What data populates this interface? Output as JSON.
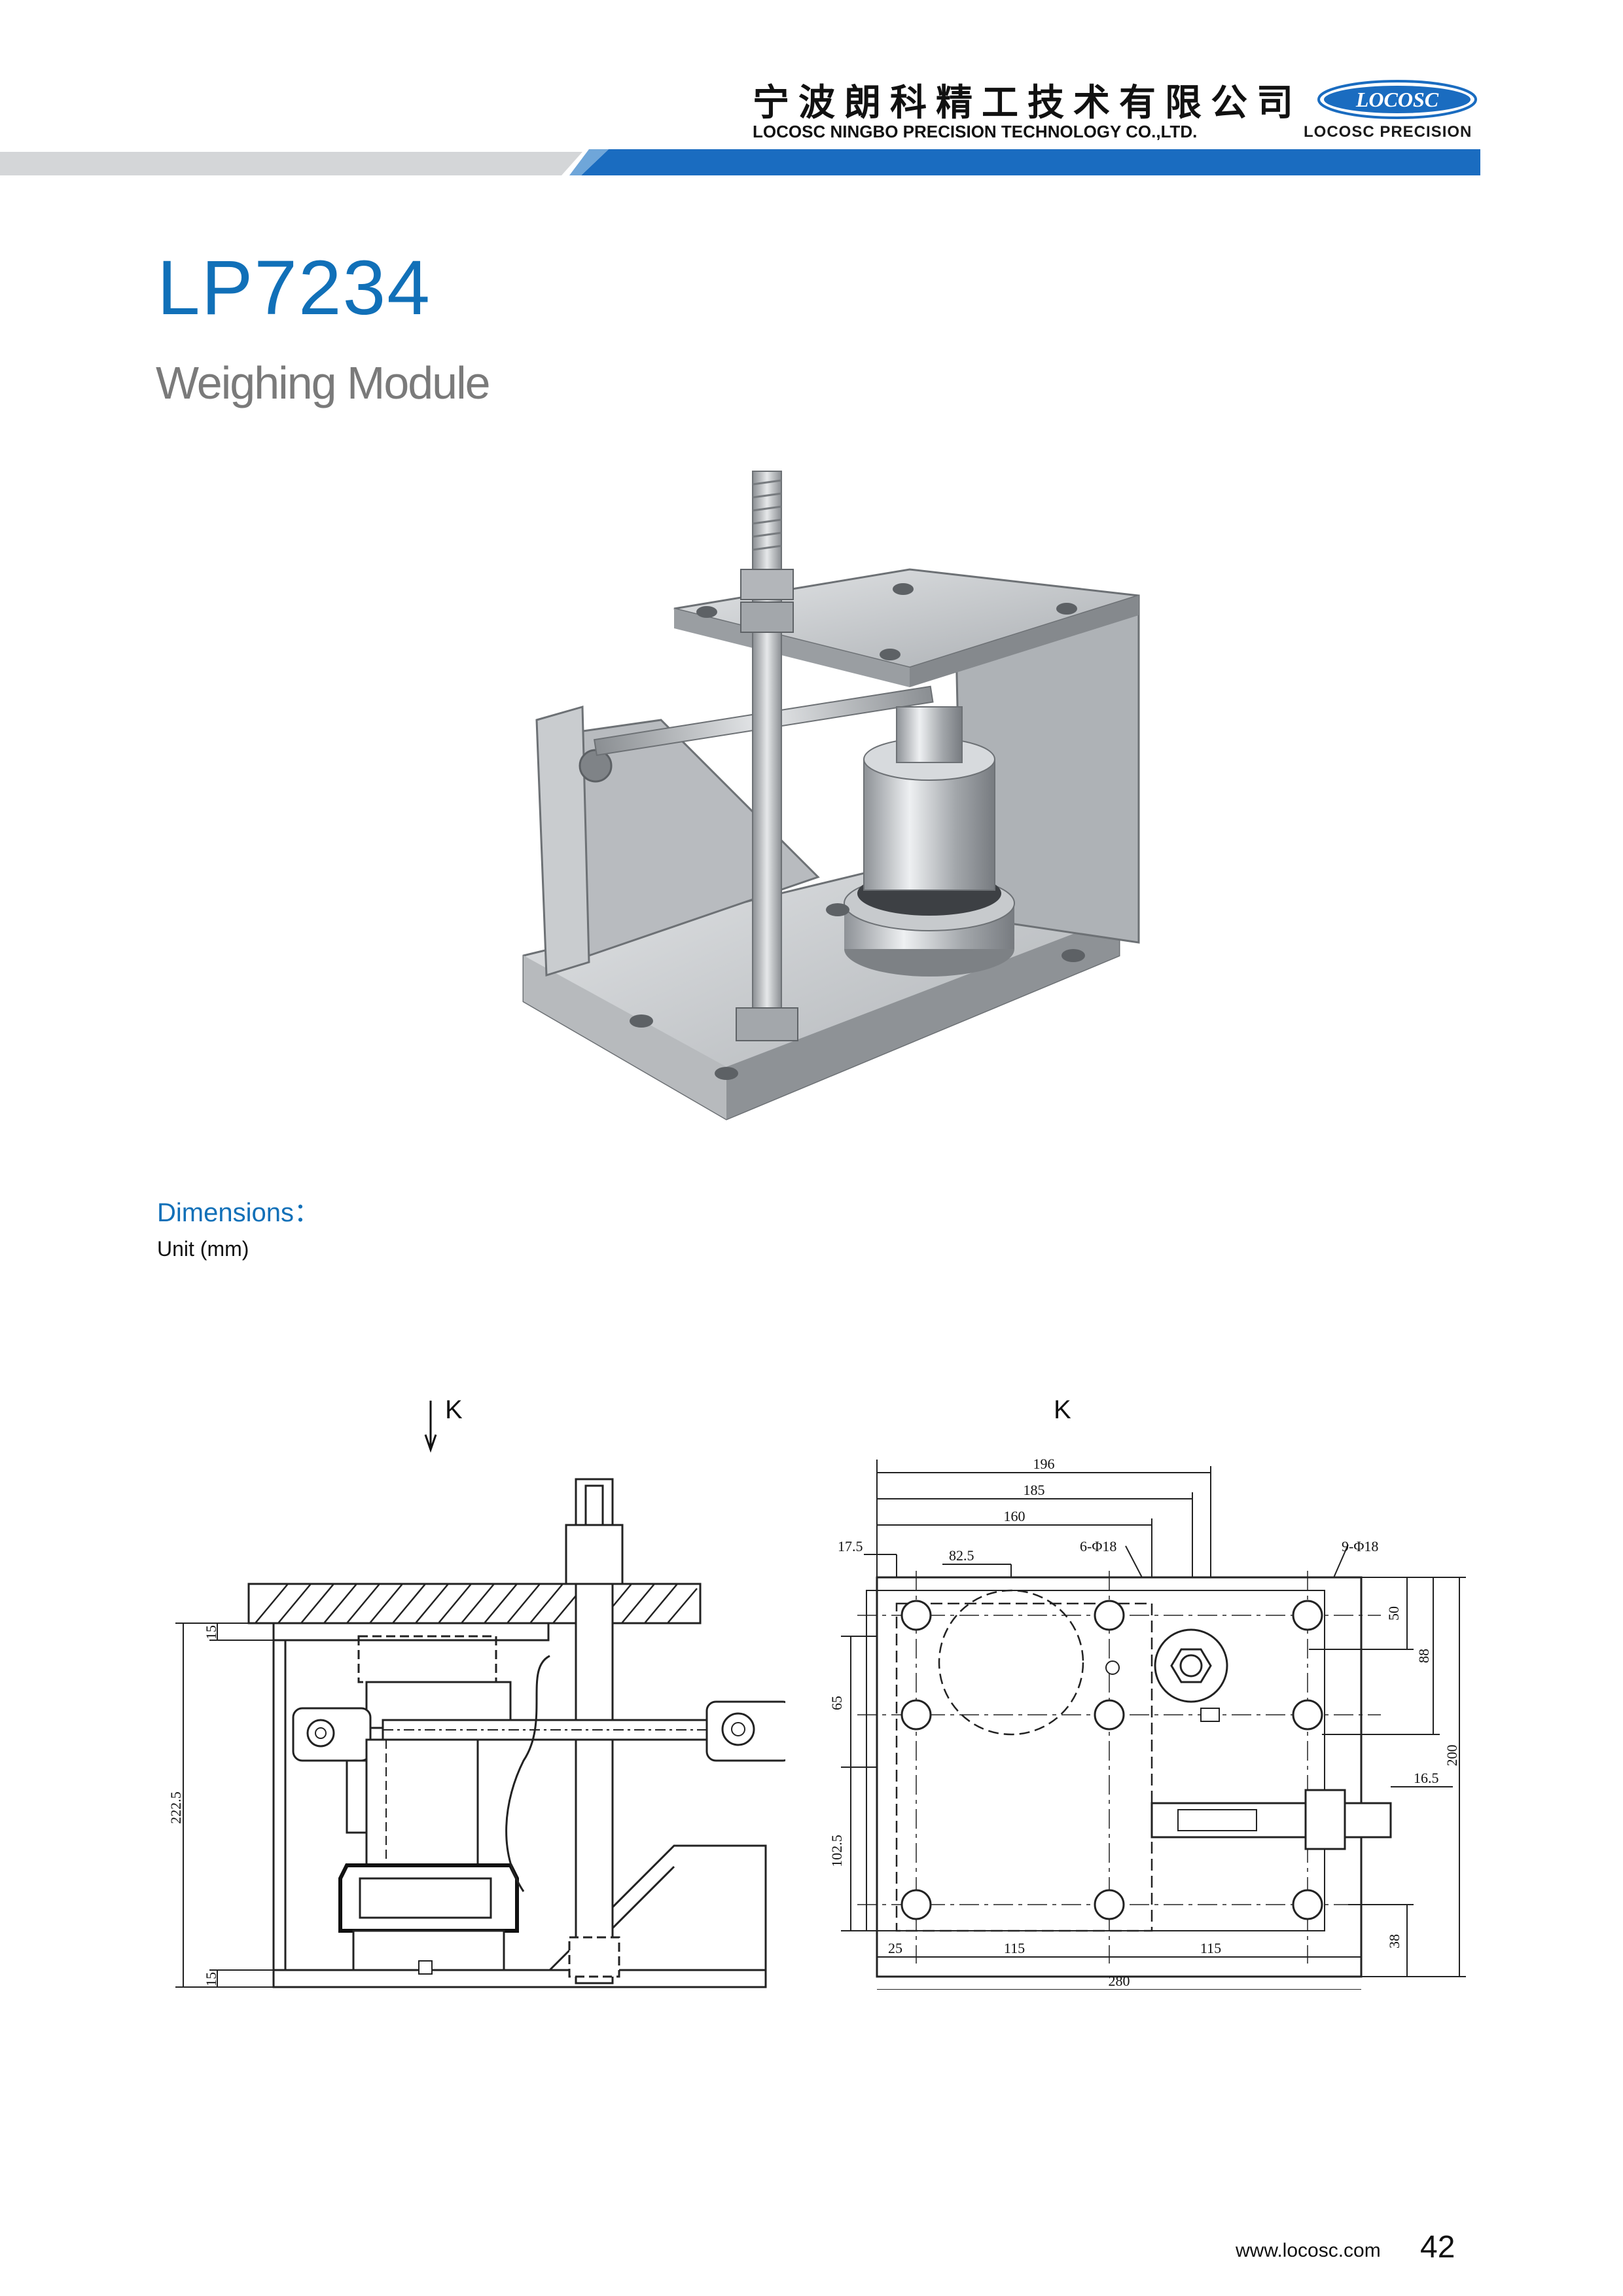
{
  "header": {
    "company_cn": "宁波朗科精工技术有限公司",
    "company_en": "LOCOSC NINGBO PRECISION TECHNOLOGY CO.,LTD.",
    "logo_text": "LOCOSC",
    "brand_caption": "LOCOSC PRECISION",
    "accent_color": "#1a6cc0"
  },
  "product": {
    "model": "LP7234",
    "subtitle": "Weighing Module"
  },
  "dimensions": {
    "title": "Dimensions：",
    "unit": "Unit (mm)",
    "view_label_left": "K",
    "view_label_right": "K",
    "side_view": {
      "dim_top_thickness": "15",
      "dim_height": "222.5",
      "dim_base_thickness": "15"
    },
    "top_view": {
      "dim_196": "196",
      "dim_185": "185",
      "dim_160": "160",
      "dim_17_5": "17.5",
      "dim_82_5": "82.5",
      "holes_6": "6-Φ18",
      "holes_9": "9-Φ18",
      "dim_65": "65",
      "dim_102_5": "102.5",
      "dim_50": "50",
      "dim_88": "88",
      "dim_200": "200",
      "dim_16_5": "16.5",
      "dim_38": "38",
      "dim_25": "25",
      "dim_115_a": "115",
      "dim_115_b": "115",
      "dim_280": "280"
    }
  },
  "footer": {
    "website": "www.locosc.com",
    "page_number": "42"
  }
}
